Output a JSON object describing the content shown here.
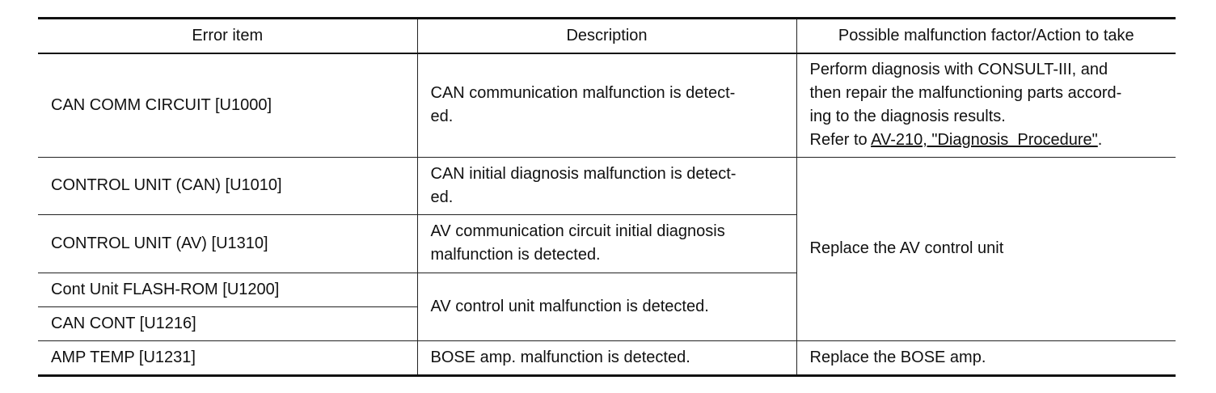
{
  "table": {
    "headers": {
      "error_item": "Error item",
      "description": "Description",
      "action": "Possible malfunction factor/Action to take"
    },
    "rows": [
      {
        "error_item": "CAN COMM CIRCUIT [U1000]",
        "description_line1": "CAN communication malfunction is detect-",
        "description_line2": "ed.",
        "action_line1": "Perform diagnosis with CONSULT-III, and",
        "action_line2": "then repair the malfunctioning parts accord-",
        "action_line3": "ing to the diagnosis results.",
        "action_ref_prefix": "Refer to ",
        "action_ref_link": "AV-210, \"Diagnosis  Procedure\"",
        "action_ref_suffix": "."
      },
      {
        "error_item": "CONTROL UNIT (CAN) [U1010]",
        "description_line1": "CAN initial diagnosis malfunction is detect-",
        "description_line2": "ed.",
        "action": "Replace the AV control unit"
      },
      {
        "error_item": "CONTROL UNIT (AV) [U1310]",
        "description_line1": "AV communication circuit initial diagnosis",
        "description_line2": "malfunction is detected."
      },
      {
        "error_item": "Cont Unit FLASH-ROM [U1200]",
        "description": "AV control unit malfunction is detected."
      },
      {
        "error_item": "CAN CONT [U1216]"
      },
      {
        "error_item": "AMP TEMP [U1231]",
        "description": "BOSE amp. malfunction is detected.",
        "action": "Replace the BOSE amp."
      }
    ]
  }
}
